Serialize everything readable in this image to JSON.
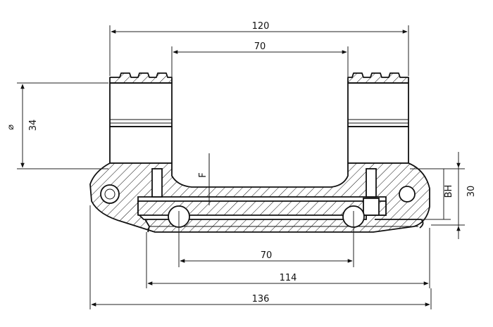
{
  "dimensions": {
    "top_width": "120",
    "inner_width": "70",
    "diameter_symbol": "⌀",
    "diameter_value": "34",
    "f_label": "F",
    "bh_label": "BH",
    "height": "30",
    "pin_spacing": "70",
    "base_width": "114",
    "total_width": "136"
  }
}
